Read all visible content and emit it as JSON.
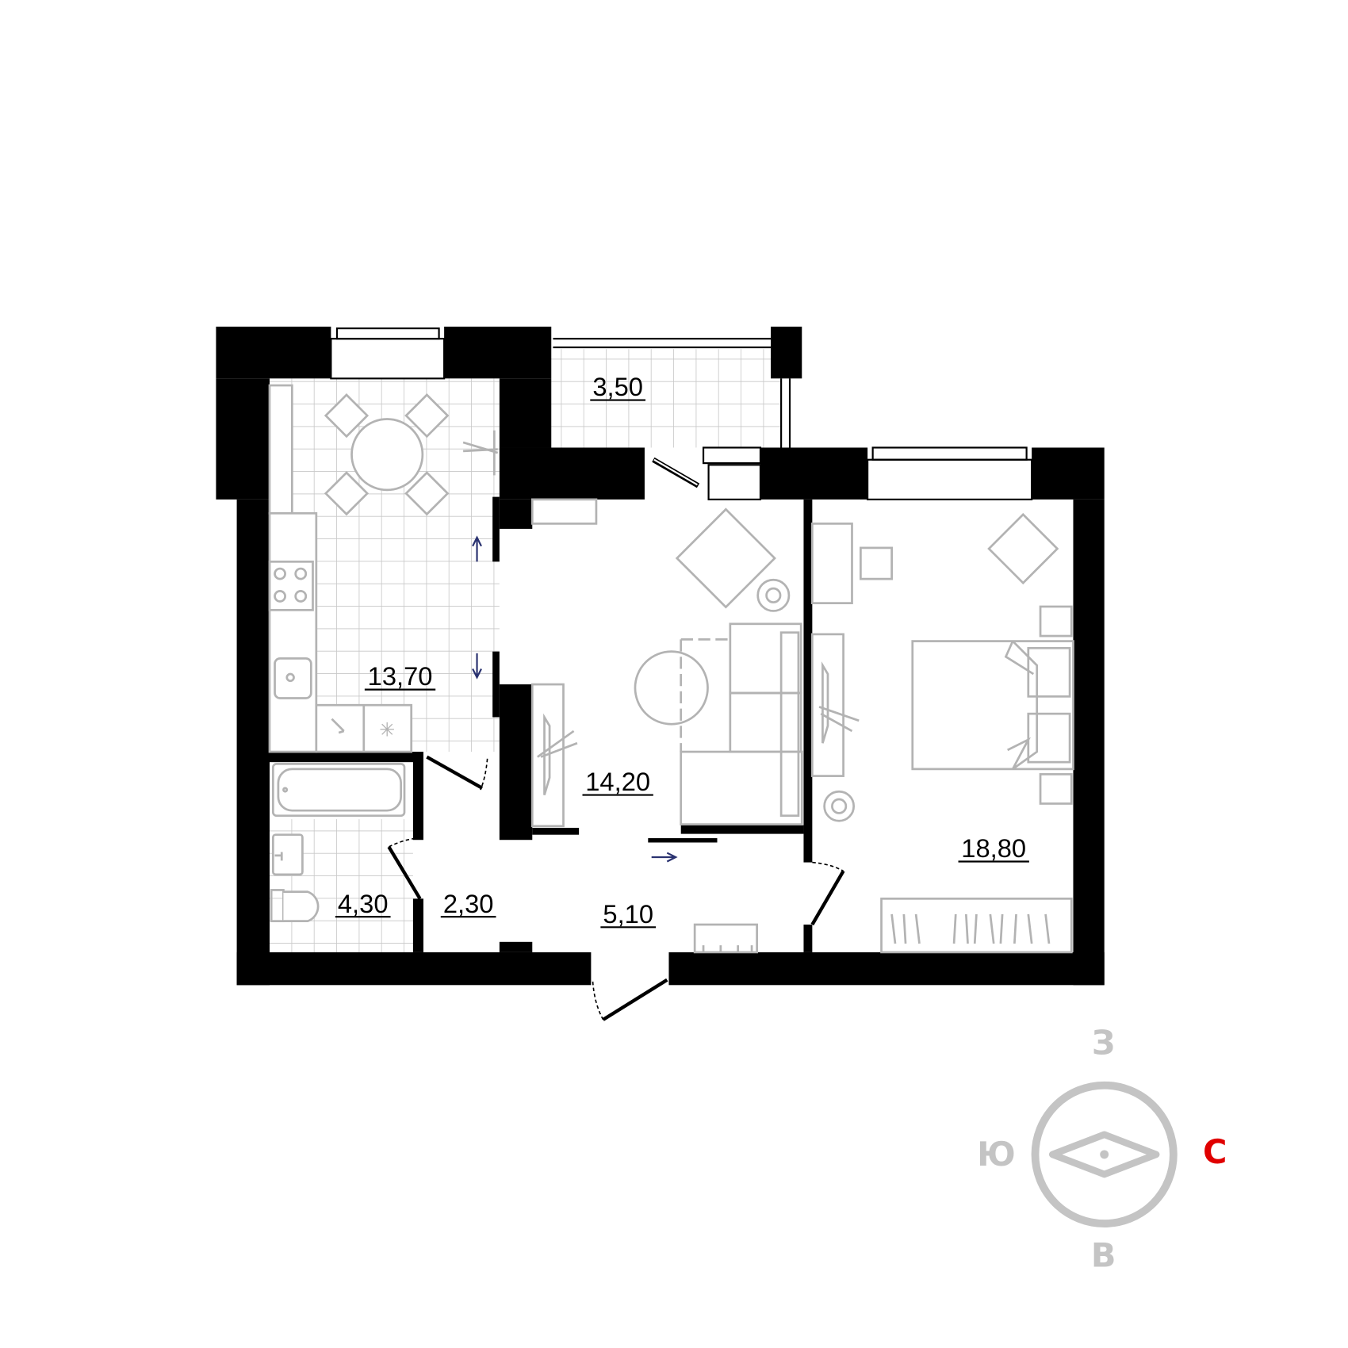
{
  "rooms": [
    {
      "name": "balcony",
      "area": "3,50"
    },
    {
      "name": "kitchen",
      "area": "13,70"
    },
    {
      "name": "living-room",
      "area": "14,20"
    },
    {
      "name": "bedroom",
      "area": "18,80"
    },
    {
      "name": "bathroom",
      "area": "4,30"
    },
    {
      "name": "corridor",
      "area": "2,30"
    },
    {
      "name": "hallway",
      "area": "5,10"
    }
  ],
  "compass": {
    "west": "З",
    "south": "Ю",
    "north": "С",
    "east": "В"
  },
  "colors": {
    "wall": "#000000",
    "furniture": "#b3b3b3",
    "north": "#e00000",
    "compass": "#c4c4c4",
    "arrow": "#2a3270"
  }
}
